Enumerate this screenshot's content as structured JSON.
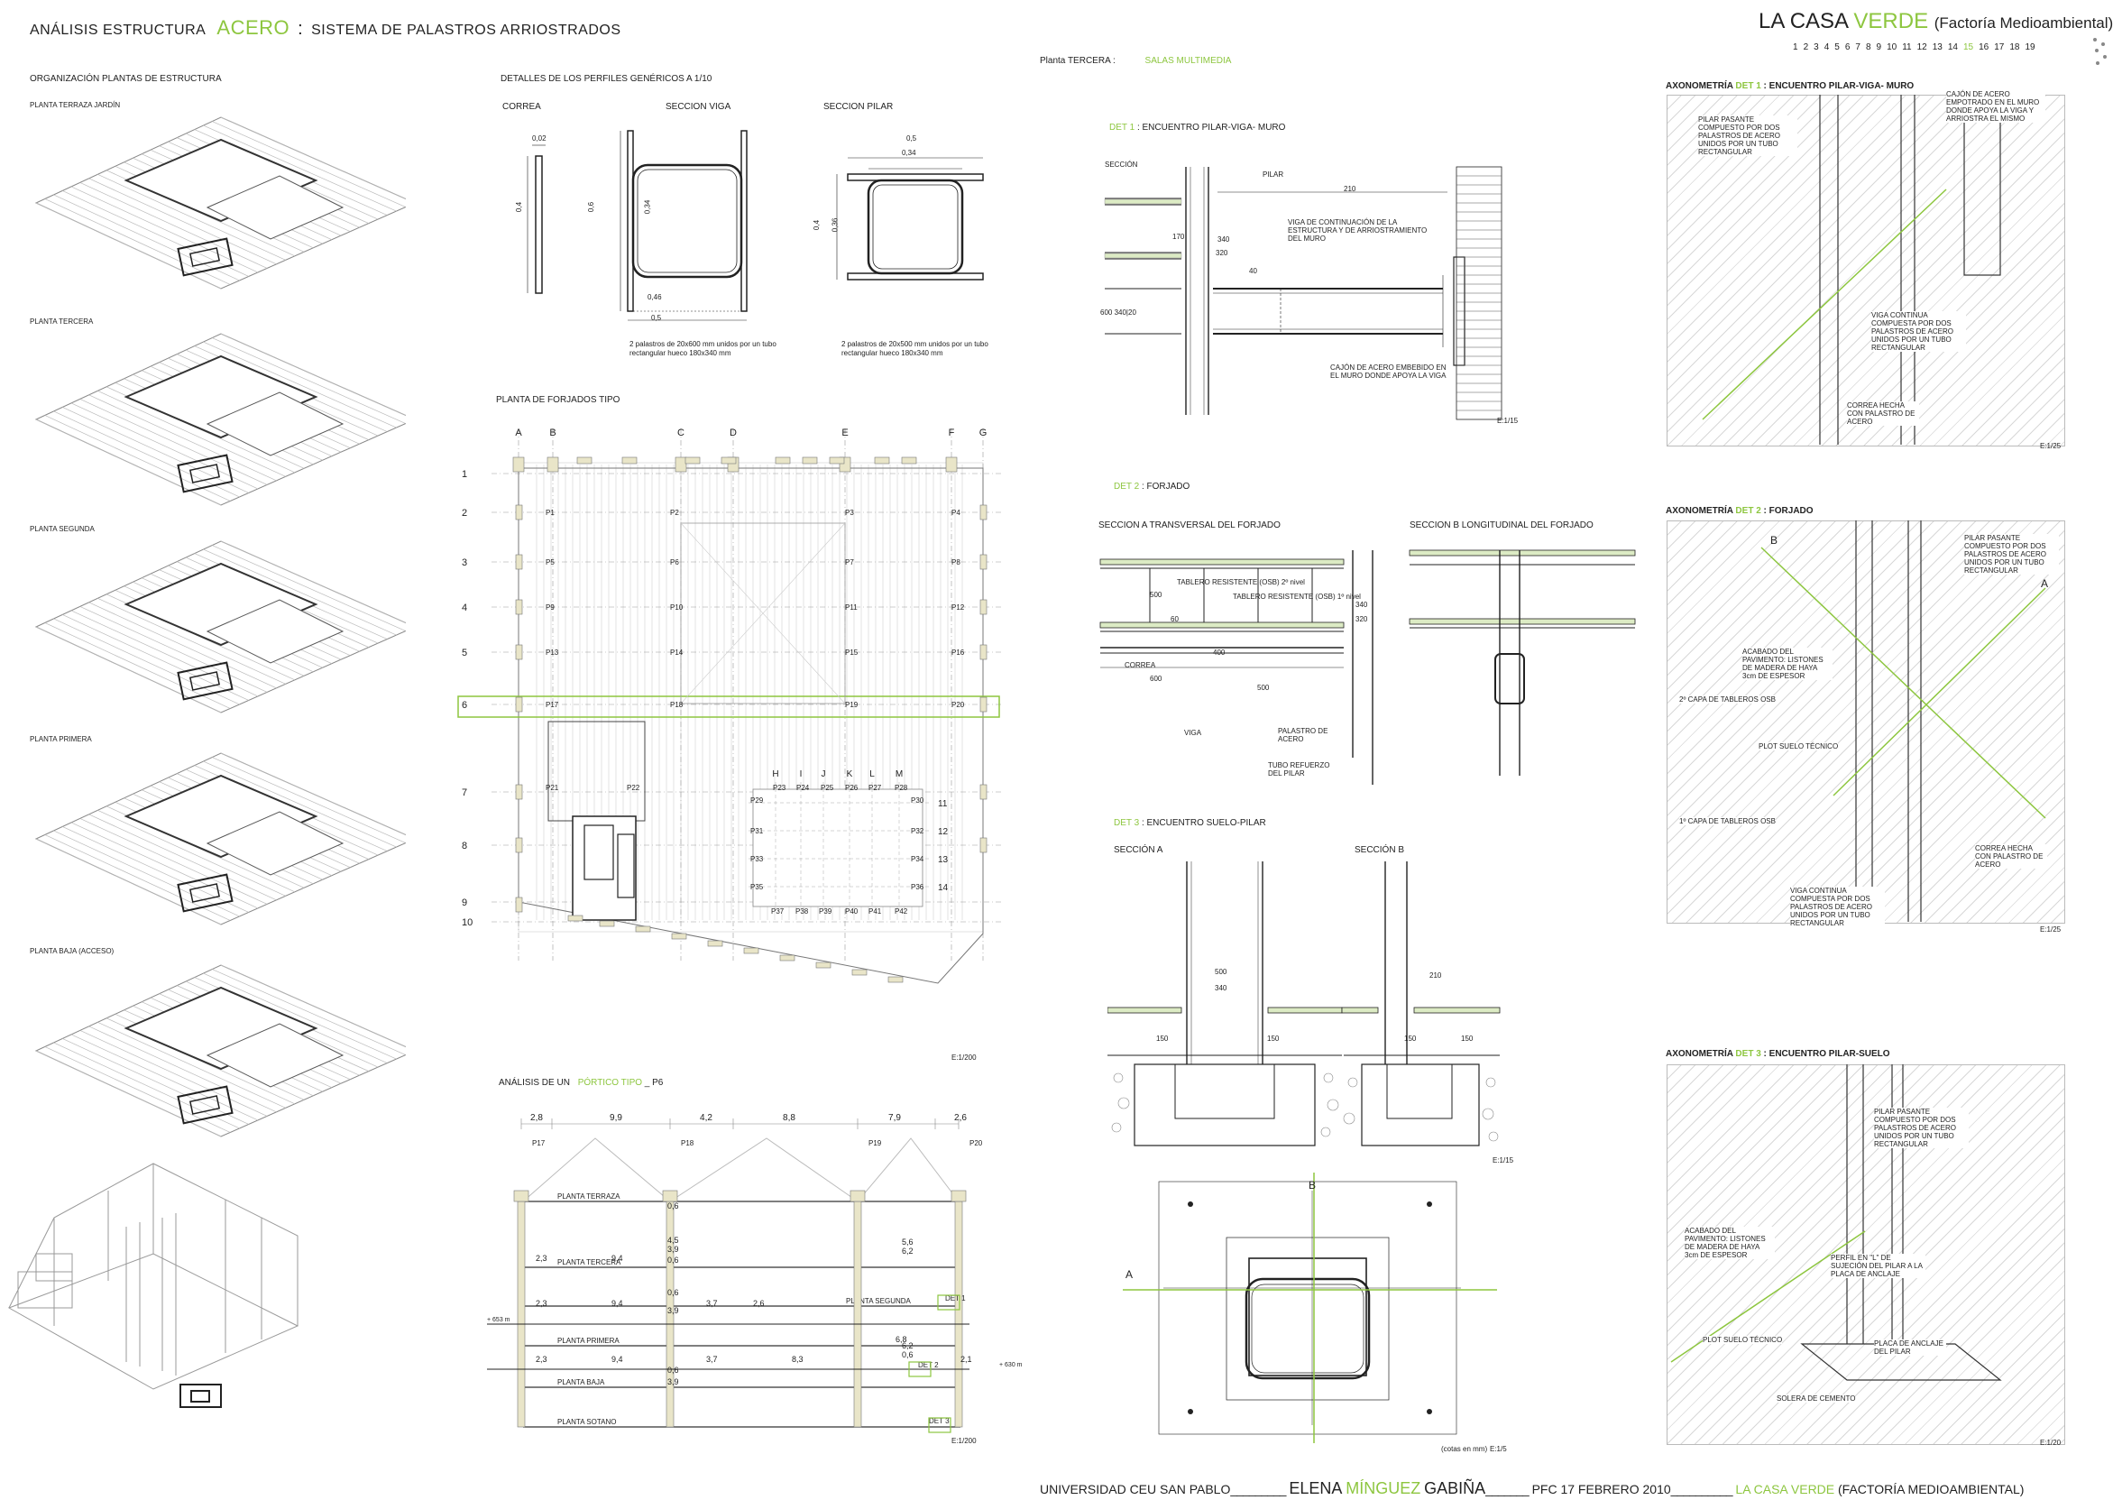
{
  "header": {
    "prefix": "ANÁLISIS ESTRUCTURA",
    "material": "ACERO",
    "colon": ":",
    "subtitle": "SISTEMA DE PALASTROS ARRIOSTRADOS",
    "project_a": "LA CASA",
    "project_b": "VERDE",
    "project_c": "(Factoría Medioambiental)",
    "floor_label": "Planta TERCERA :",
    "floor_value": "SALAS MULTIMEDIA",
    "pages": [
      "1",
      "2",
      "3",
      "4",
      "5",
      "6",
      "7",
      "8",
      "9",
      "10",
      "11",
      "12",
      "13",
      "14",
      "15",
      "16",
      "17",
      "18",
      "19"
    ],
    "active_page": "15"
  },
  "left": {
    "title": "ORGANIZACIÓN PLANTAS DE ESTRUCTURA",
    "floors": [
      "PLANTA TERRAZA JARDÍN",
      "PLANTA TERCERA",
      "PLANTA SEGUNDA",
      "PLANTA PRIMERA",
      "PLANTA BAJA (ACCESO)"
    ]
  },
  "profiles": {
    "title": "DETALLES DE LOS PERFILES GENÉRICOS A 1/10",
    "correa": "CORREA",
    "viga": "SECCION VIGA",
    "pilar": "SECCION PILAR",
    "d_002": "0,02",
    "d_04": "0,4",
    "d_06": "0,6",
    "d_034": "0,34",
    "d_046": "0,46",
    "d_05": "0,5",
    "d_036": "0,36",
    "note_viga": "2 palastros de 20x600 mm unidos por un tubo rectangular hueco 180x340 mm",
    "note_pilar": "2 palastros de 20x500 mm unidos por un tubo rectangular hueco 180x340 mm"
  },
  "plan": {
    "title": "PLANTA DE FORJADOS TIPO",
    "cols": [
      "A",
      "B",
      "C",
      "D",
      "E",
      "F",
      "G"
    ],
    "rows": [
      "1",
      "2",
      "3",
      "4",
      "5",
      "6",
      "7",
      "8",
      "9",
      "10"
    ],
    "sub_cols": [
      "H",
      "I",
      "J",
      "K",
      "L",
      "M"
    ],
    "sub_rows": [
      "11",
      "12",
      "13",
      "14"
    ],
    "pillars": [
      "P1",
      "P2",
      "P3",
      "P4",
      "P5",
      "P6",
      "P7",
      "P8",
      "P9",
      "P10",
      "P11",
      "P12",
      "P13",
      "P14",
      "P15",
      "P16",
      "P17",
      "P18",
      "P19",
      "P20",
      "P21",
      "P22",
      "P23",
      "P24",
      "P25",
      "P26",
      "P27",
      "P28",
      "P29",
      "P30",
      "P31",
      "P32",
      "P33",
      "P34",
      "P35",
      "P36",
      "P37",
      "P38",
      "P39",
      "P40",
      "P41",
      "P42"
    ],
    "scale": "E:1/200"
  },
  "portico": {
    "title_a": "ANÁLISIS DE UN",
    "title_b": "PÓRTICO TIPO",
    "title_c": "_ P6",
    "spans": [
      "2,8",
      "9,9",
      "4,2",
      "8,8",
      "7,9",
      "2,6"
    ],
    "pillars": [
      "P17",
      "P18",
      "P19",
      "P20"
    ],
    "levels": [
      "PLANTA TERRAZA",
      "PLANTA TERCERA",
      "PLANTA SEGUNDA",
      "PLANTA PRIMERA",
      "PLANTA BAJA",
      "PLANTA SOTANO"
    ],
    "dims": [
      "2,3",
      "9,4",
      "2,3",
      "9,4",
      "3,7",
      "2,6",
      "2,3",
      "9,4",
      "3,7",
      "8,3",
      "6,8",
      "2,1",
      "0,6",
      "4,5",
      "3,9",
      "0,6",
      "6,2",
      "5,6",
      "6,2",
      "0,6",
      "0,6",
      "3,9",
      "0,6",
      "3,9"
    ],
    "det1": "DET 1",
    "det2": "DET 2",
    "det3": "DET 3",
    "level_mark1": "+ 653 m",
    "level_mark2": "+ 630 m",
    "scale": "E:1/200"
  },
  "det1": {
    "title_a": "DET 1",
    "title_b": ": ENCUENTRO PILAR-VIGA- MURO",
    "seccion": "SECCIÓN",
    "pilar": "PILAR",
    "d210": "210",
    "d170": "170",
    "d340": "340",
    "d320": "320",
    "d40": "40",
    "d600": "600 340|20",
    "viga_note": "VIGA DE CONTINUACIÓN DE LA ESTRUCTURA Y DE ARRIOSTRAMIENTO DEL MURO",
    "cajon_note": "CAJÓN DE ACERO EMBEBIDO EN EL MURO DONDE APOYA LA VIGA",
    "scale": "E:1/15"
  },
  "det2": {
    "title_a": "DET 2",
    "title_b": ": FORJADO",
    "sec_a": "SECCION A TRANSVERSAL DEL FORJADO",
    "sec_b": "SECCION B LONGITUDINAL DEL FORJADO",
    "tablero2": "TABLERO RESISTENTE (OSB) 2º nivel",
    "tablero1": "TABLERO RESISTENTE (OSB) 1º nivel",
    "correa": "CORREA",
    "viga": "VIGA",
    "palastro": "PALASTRO DE ACERO",
    "tubo": "TUBO REFUERZO DEL PILAR",
    "d500": "500",
    "d60": "60",
    "d400": "400",
    "d600": "600",
    "d340": "340",
    "d320": "320"
  },
  "det3": {
    "title_a": "DET 3",
    "title_b": ": ENCUENTRO SUELO-PILAR",
    "sec_a": "SECCIÓN A",
    "sec_b": "SECCIÓN B",
    "d150": "150",
    "d210": "210",
    "d500": "500",
    "d340": "340",
    "scale": "E:1/15",
    "plan_a": "A",
    "plan_b": "B",
    "cotas": "(cotas en mm)",
    "scale2": "E:1/5"
  },
  "axo": {
    "t1_a": "AXONOMETRÍA",
    "t1_b": "DET 1",
    "t1_c": ": ENCUENTRO PILAR-VIGA- MURO",
    "t2_b": "DET 2",
    "t2_c": ": FORJADO",
    "t3_b": "DET 3",
    "t3_c": ": ENCUENTRO PILAR-SUELO",
    "n1": "PILAR PASANTE COMPUESTO POR DOS PALASTROS DE ACERO UNIDOS POR UN TUBO RECTANGULAR",
    "n2": "CAJÓN DE ACERO EMPOTRADO EN EL MURO DONDE APOYA LA VIGA Y ARRIOSTRA EL MISMO",
    "n3": "VIGA CONTINUA COMPUESTA POR DOS PALASTROS DE ACERO UNIDOS POR UN TUBO RECTANGULAR",
    "n4": "CORREA HECHA CON PALASTRO DE ACERO",
    "m1": "ACABADO DEL PAVIMENTO: LISTONES DE MADERA DE HAYA 3cm DE ESPESOR",
    "m2": "2º CAPA DE TABLEROS OSB",
    "m3": "PLOT SUELO TÉCNICO",
    "m4": "1º CAPA DE TABLEROS OSB",
    "m5": "CORREA HECHA CON PALASTRO DE ACERO",
    "m6": "VIGA CONTINUA COMPUESTA POR DOS PALASTROS DE ACERO UNIDOS POR UN TUBO RECTANGULAR",
    "m7": "PILAR PASANTE COMPUESTO POR DOS PALASTROS DE ACERO UNIDOS POR UN TUBO RECTANGULAR",
    "mA": "A",
    "mB": "B",
    "s1": "PILAR PASANTE COMPUESTO POR DOS PALASTROS DE ACERO UNIDOS POR UN TUBO RECTANGULAR",
    "s2": "ACABADO DEL PAVIMENTO: LISTONES DE MADERA DE HAYA 3cm DE ESPESOR",
    "s3": "PERFIL EN \"L\" DE SUJECIÓN DEL PILAR A LA PLACA DE ANCLAJE",
    "s4": "PLOT SUELO TÉCNICO",
    "s5": "PLACA DE ANCLAJE DEL PILAR",
    "s6": "SOLERA DE CEMENTO",
    "sc1": "E:1/25",
    "sc2": "E:1/25",
    "sc3": "E:1/20"
  },
  "footer": {
    "univ": "UNIVERSIDAD CEU SAN PABLO",
    "name_a": "ELENA",
    "name_b": "MÍNGUEZ",
    "name_c": "GABIÑA",
    "pfc": "PFC 17 FEBRERO 2010",
    "proj_a": "LA CASA VERDE",
    "proj_b": "(FACTORÍA MEDIOAMBIENTAL)"
  }
}
